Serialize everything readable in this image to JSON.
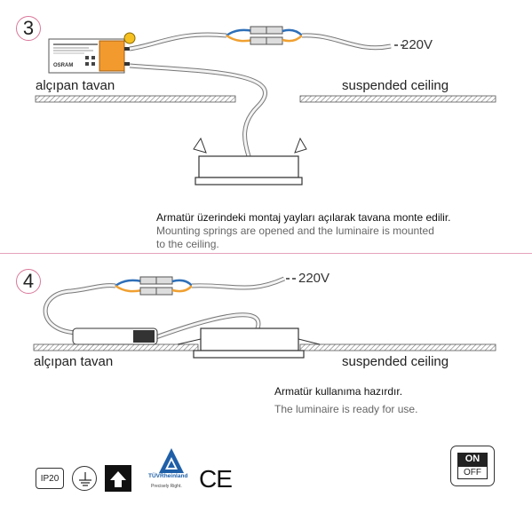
{
  "steps": [
    {
      "number": "3",
      "voltage": "220V",
      "label_left": "alçıpan tavan",
      "label_right": "suspended ceiling",
      "driver_brand": "OSRAM",
      "caption_tr": "Armatür üzerindeki montaj yayları açılarak tavana monte edilir.",
      "caption_en_line1": "Mounting springs are opened and the luminaire is mounted",
      "caption_en_line2": "to the ceiling."
    },
    {
      "number": "4",
      "voltage": "220V",
      "label_left": "alçıpan tavan",
      "label_right": "suspended ceiling",
      "caption_tr": "Armatür kullanıma hazırdır.",
      "caption_en": "The luminaire is ready for use."
    }
  ],
  "badges": {
    "ip_rating": "IP20",
    "tuv_name": "TÜVRheinland",
    "tuv_tagline": "Precisely Right.",
    "ce_mark": "CE",
    "on_label": "ON",
    "off_label": "OFF"
  },
  "colors": {
    "step_circle_border": "#d9779a",
    "divider": "#e6a3bc",
    "wire_blue": "#2e6fb8",
    "wire_orange": "#f0a030",
    "driver_orange": "#f39a2e",
    "tuv_blue": "#1f5fa8"
  },
  "icons": [
    "ground-symbol-icon",
    "indoor-use-arrow-icon",
    "tuv-triangle-icon"
  ]
}
